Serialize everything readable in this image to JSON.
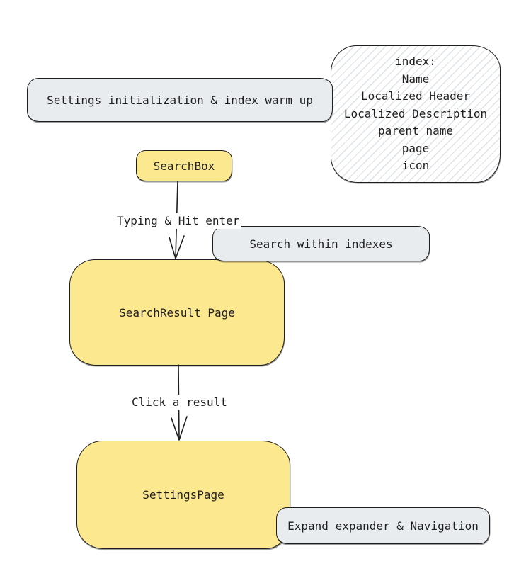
{
  "title": "Settings search flow diagram",
  "colors": {
    "background": "#ffffff",
    "stroke": "#1e1e1e",
    "yellow_fill": "#fce88f",
    "gray_fill": "#e9ecef",
    "hatch_line": "#dde2e7"
  },
  "nodes": {
    "settings_init": {
      "label": "Settings initialization & index warm up"
    },
    "index_fields": {
      "lines": [
        "index:",
        "Name",
        "Localized Header",
        "Localized Description",
        "parent name",
        "page",
        "icon"
      ]
    },
    "searchbox": {
      "label": "SearchBox"
    },
    "search_within": {
      "label": "Search within indexes"
    },
    "search_result": {
      "label": "SearchResult Page"
    },
    "settings_page": {
      "label": "SettingsPage"
    },
    "expand_nav": {
      "label": "Expand expander & Navigation"
    }
  },
  "arrows": {
    "typing": {
      "label": "Typing & Hit enter"
    },
    "click": {
      "label": "Click a result"
    }
  }
}
